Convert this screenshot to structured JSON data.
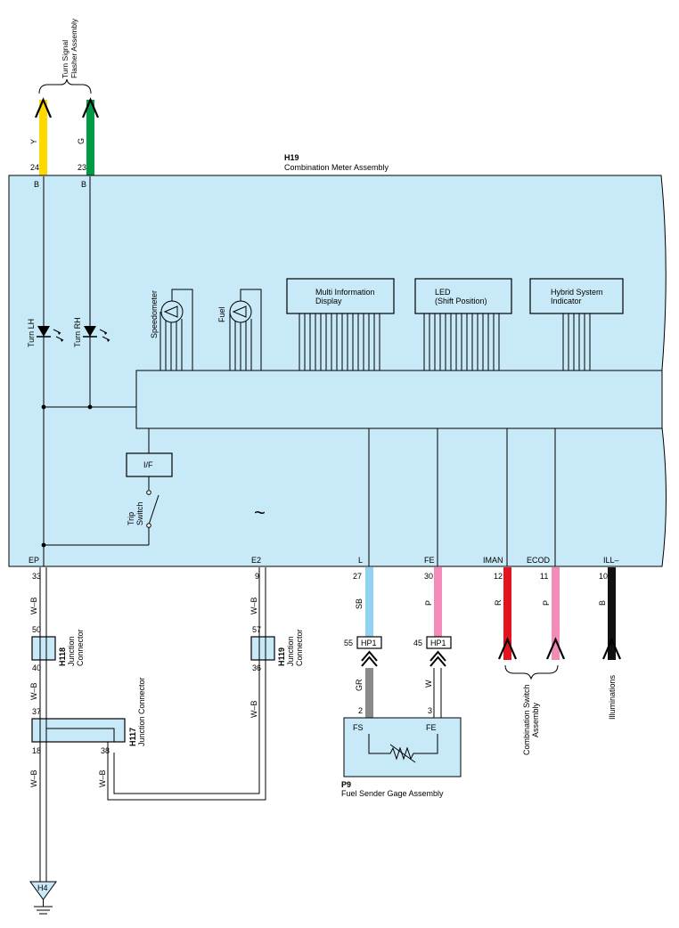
{
  "colors": {
    "meter_fill": "#c8e9f7",
    "yellow": "#ffd800",
    "green": "#009a47",
    "sky_blue": "#8fd3f1",
    "pink": "#f38ab8",
    "red": "#e3141e",
    "gray": "#8a8a8a",
    "black": "#111111"
  },
  "flasher": {
    "label_line1": "Turn Signal",
    "label_line2": "Flasher Assembly",
    "pins": [
      "24",
      "23"
    ],
    "wires": [
      "Y",
      "G"
    ]
  },
  "meter": {
    "code": "H19",
    "name": "Combination Meter Assembly",
    "top_terminals": [
      "B",
      "B"
    ],
    "turn_lh": "Turn LH",
    "turn_rh": "Turn RH",
    "speedometer": "Speedometer",
    "fuel": "Fuel",
    "mid_line1": "Multi Information",
    "mid_line2": "Display",
    "led_line1": "LED",
    "led_line2": "(Shift Position)",
    "hsi_line1": "Hybrid System",
    "hsi_line2": "Indicator",
    "if_box": "I/F",
    "trip_line1": "Trip",
    "trip_line2": "Switch",
    "ac_symbol": "~",
    "bottom_terminals": [
      "EP",
      "E2",
      "L",
      "FE",
      "IMAN",
      "ECOD",
      "ILL–"
    ]
  },
  "bottom_pins": [
    "33",
    "9",
    "27",
    "30",
    "12",
    "11",
    "10"
  ],
  "bottom_wires": [
    "W–B",
    "W–B",
    "SB",
    "P",
    "R",
    "P",
    "B"
  ],
  "h118": {
    "code": "H118",
    "line1": "Junction",
    "line2": "Connector",
    "pin_in": "50",
    "pin_out": "40",
    "wire": "W–B"
  },
  "h119": {
    "code": "H119",
    "line1": "Junction",
    "line2": "Connector",
    "pin_in": "57",
    "pin_out": "36",
    "wire": "W–B"
  },
  "h117": {
    "code": "H117",
    "name": "Junction Connector",
    "pin_in": "37",
    "pin_a": "18",
    "pin_b": "38",
    "wire_a": "W–B",
    "wire_b": "W–B"
  },
  "hp1": {
    "label": "HP1",
    "pins": [
      "55",
      "45"
    ],
    "wires_below": [
      "GR",
      "W"
    ]
  },
  "p9": {
    "code": "P9",
    "name": "Fuel Sender Gage Assembly",
    "pins": [
      "2",
      "3"
    ],
    "terminals": [
      "FS",
      "FE"
    ]
  },
  "combo_switch": {
    "line1": "Combination Switch",
    "line2": "Assembly"
  },
  "illuminations": "Illuminations",
  "ground": "H4"
}
